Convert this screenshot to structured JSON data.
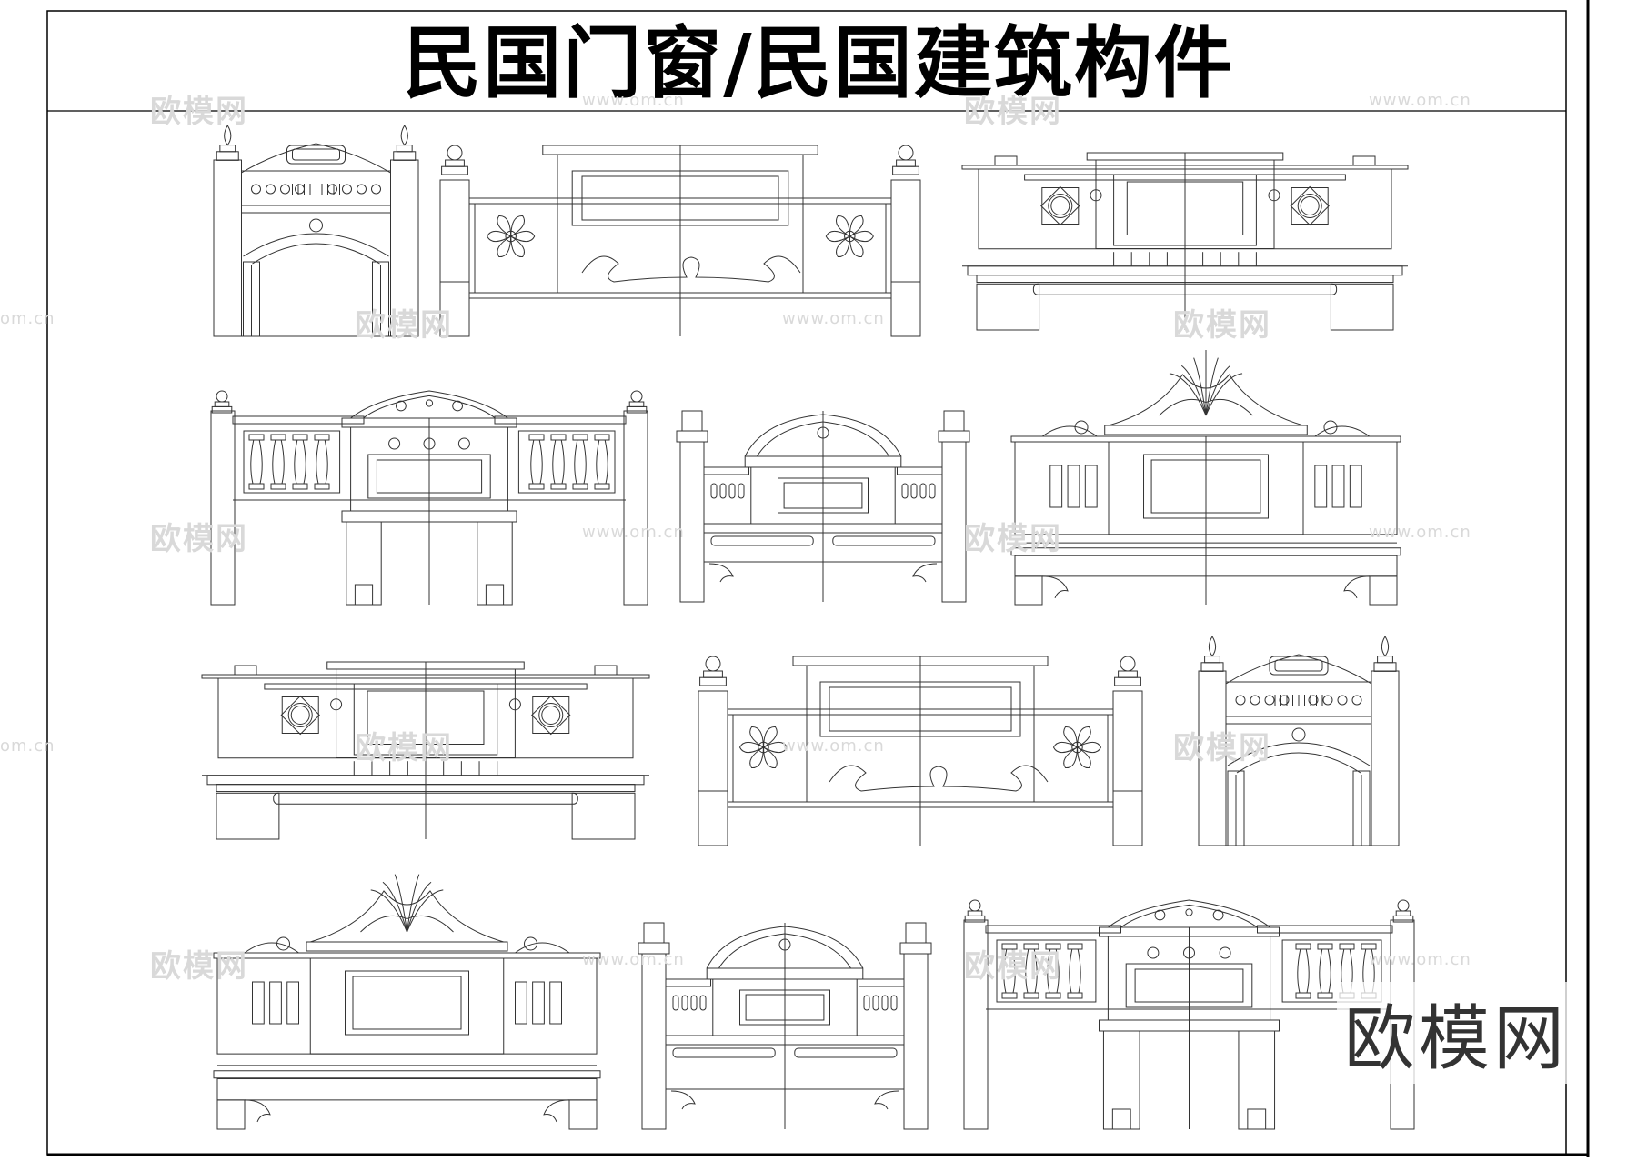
{
  "title": "民国门窗/民国建筑构件",
  "brand": "欧模网",
  "watermark_text": "欧模网",
  "watermark_url": "www.om.cn",
  "watermark_url_edge": "om.cn",
  "colors": {
    "background": "#ffffff",
    "line": "#333333",
    "frame": "#000000",
    "watermark": "#d9d9d9"
  },
  "components": [
    {
      "id": "arch-gate-1",
      "type": "arch-gate"
    },
    {
      "id": "flower-panel-1",
      "type": "flower-panel"
    },
    {
      "id": "medallion-parapet-1",
      "type": "medallion-parapet"
    },
    {
      "id": "baluster-scroll-1",
      "type": "baluster-scroll"
    },
    {
      "id": "small-pediment-1",
      "type": "small-pediment"
    },
    {
      "id": "shell-pediment-1",
      "type": "shell-pediment"
    },
    {
      "id": "medallion-parapet-2",
      "type": "medallion-parapet"
    },
    {
      "id": "flower-panel-2",
      "type": "flower-panel"
    },
    {
      "id": "arch-gate-2",
      "type": "arch-gate"
    },
    {
      "id": "shell-pediment-2",
      "type": "shell-pediment"
    },
    {
      "id": "small-pediment-2",
      "type": "small-pediment"
    },
    {
      "id": "baluster-scroll-2",
      "type": "baluster-scroll"
    }
  ]
}
